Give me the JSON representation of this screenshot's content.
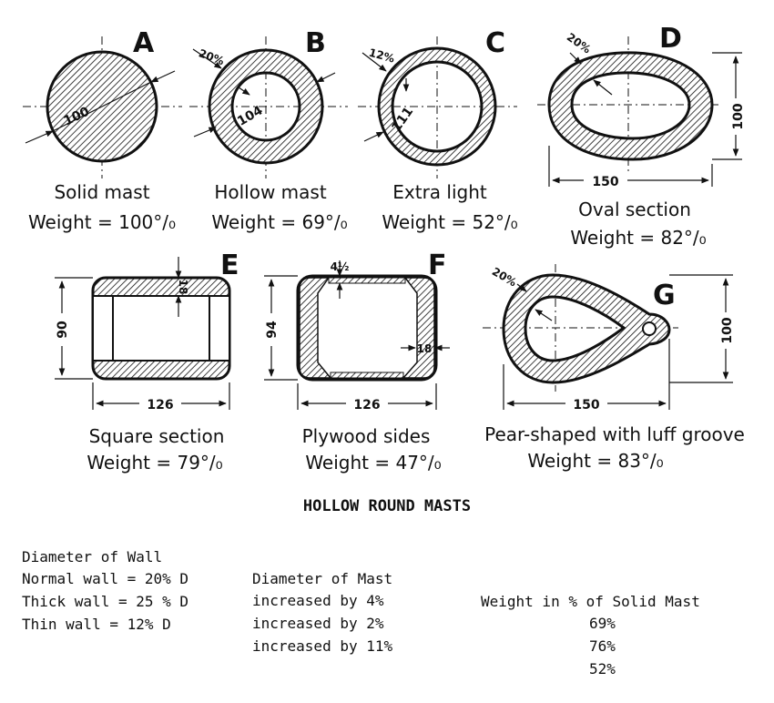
{
  "sections": [
    {
      "letter": "A",
      "name": "Solid mast",
      "weight": "Weight = 100°/₀",
      "dims": [
        "100"
      ],
      "wall": ""
    },
    {
      "letter": "B",
      "name": "Hollow mast",
      "weight": "Weight = 69°/₀",
      "dims": [
        "104"
      ],
      "wall": "20%"
    },
    {
      "letter": "C",
      "name": "Extra light",
      "weight": "Weight = 52°/₀",
      "dims": [
        "111"
      ],
      "wall": "12%"
    },
    {
      "letter": "D",
      "name": "Oval section",
      "weight": "Weight = 82°/₀",
      "dims": [
        "150",
        "100"
      ],
      "wall": "20%"
    },
    {
      "letter": "E",
      "name": "Square section",
      "weight": "Weight = 79°/₀",
      "dims": [
        "126",
        "90",
        "18"
      ],
      "wall": ""
    },
    {
      "letter": "F",
      "name": "Plywood sides",
      "weight": "Weight = 47°/₀",
      "dims": [
        "126",
        "94",
        "4½",
        "18"
      ],
      "wall": ""
    },
    {
      "letter": "G",
      "name": "Pear-shaped with luff groove",
      "weight": "Weight = 83°/₀",
      "dims": [
        "150",
        "100"
      ],
      "wall": "20%"
    }
  ],
  "table": {
    "title": "HOLLOW ROUND MASTS",
    "headers": [
      "Diameter of Wall",
      "Diameter of Mast",
      "Weight in % of Solid Mast"
    ],
    "rows": [
      [
        "Normal wall = 20% D",
        "increased by 4%",
        "69%"
      ],
      [
        "Thick wall = 25 % D",
        "increased by 2%",
        "76%"
      ],
      [
        "Thin wall = 12% D",
        "increased by 11%",
        "52%"
      ]
    ]
  },
  "colors": {
    "ink": "#111111",
    "paper": "#ffffff"
  }
}
